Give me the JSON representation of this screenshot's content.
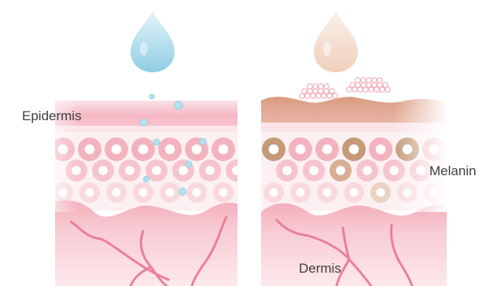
{
  "labels": {
    "epidermis": "Epidermis",
    "melanin": "Melanin",
    "dermis": "Dermis"
  },
  "colors": {
    "water_drop": "#a9dbe9",
    "oil_drop": "#f4d9c7",
    "skin_pink": "#f2a9b6",
    "skin_light": "#fbe4e8",
    "dry_layer": "#dba088",
    "melanin": "#c49a7a",
    "vessel": "#ea7f9b"
  },
  "panels": [
    "hydrated-skin",
    "dry-skin"
  ]
}
